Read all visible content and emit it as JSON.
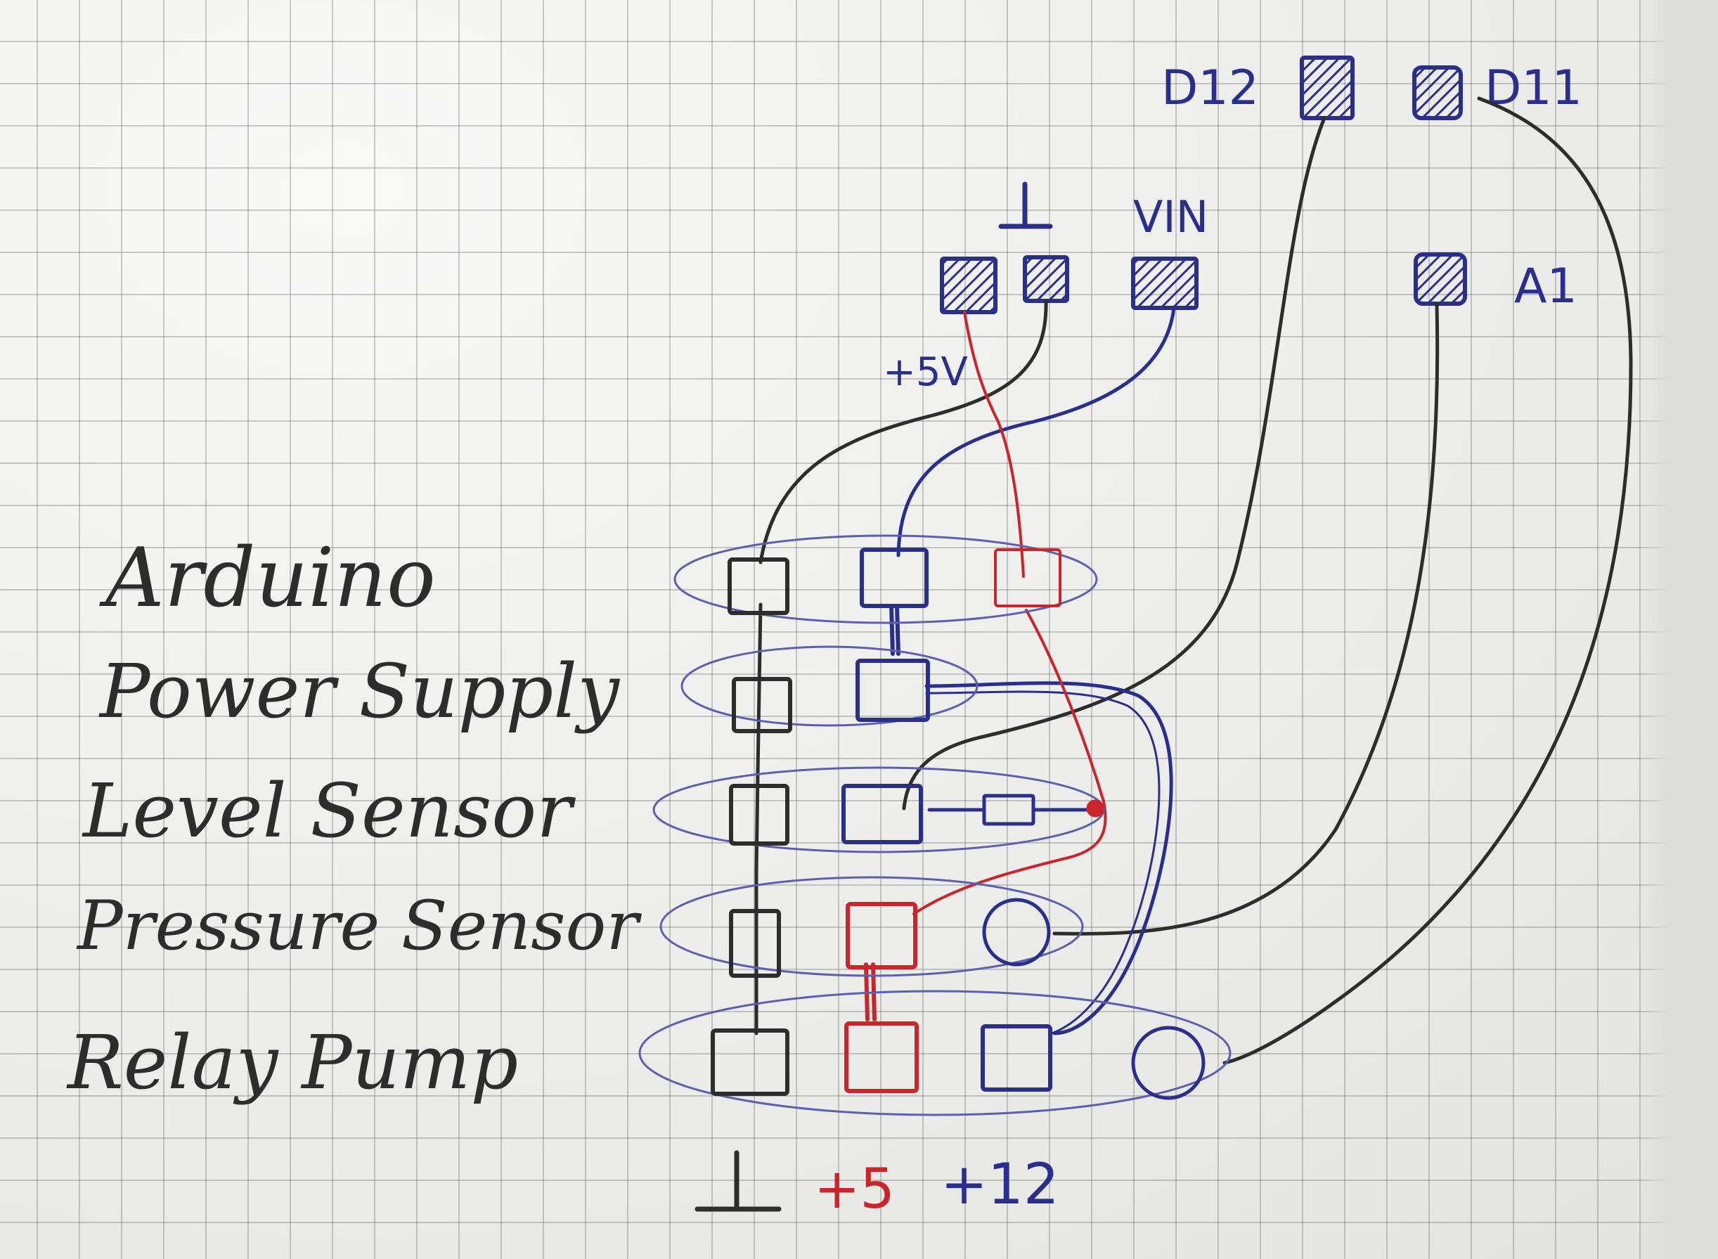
{
  "colors": {
    "ink_black": "#2d2d2d",
    "ink_blue": "#2b2f8c",
    "ink_red": "#c8262b",
    "paper": "#f1f1ef",
    "grid": "#8d8d8d"
  },
  "pins": {
    "d12": "D12",
    "d11": "D11",
    "vin": "VIN",
    "a1": "A1",
    "plus5v": "+5V",
    "ground_symbol": "ground-symbol-icon"
  },
  "modules": {
    "arduino": "Arduino",
    "power_supply": "Power Supply",
    "level_sensor": "Level Sensor",
    "pressure_sensor": "Pressure Sensor",
    "relay_pump": "Relay Pump"
  },
  "rails": {
    "plus5": "+5",
    "plus12": "+12",
    "ground_symbol": "ground-symbol-icon"
  }
}
